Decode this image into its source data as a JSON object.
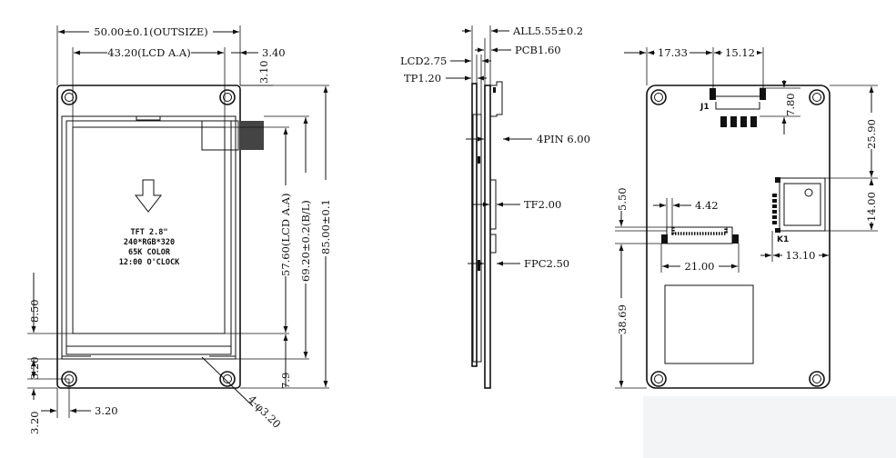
{
  "front_view": {
    "dim_outsize": "50.00±0.1(OUTSIZE)",
    "dim_lcd_aa_width": "43.20(LCD A.A)",
    "dim_right_margin": "3.40",
    "dim_top_hole": "3.10",
    "dim_lcd_aa_height": "57.60(LCD A.A)",
    "dim_bl": "69.20±0.2(B/L)",
    "dim_total_height": "85.00±0.1",
    "dim_bottom_left": "8.50",
    "dim_bottom_small": "3.20",
    "dim_bottom_hole_v": "3.20",
    "dim_bottom_hole_h": "3.20",
    "dim_bottom_right": "7.9",
    "dim_hole": "4-φ3.20",
    "center_lines": [
      "TFT 2.8\"",
      "240*RGB*320",
      "65K COLOR",
      "12:00 O'CLOCK"
    ]
  },
  "side_view": {
    "dim_all": "ALL5.55±0.2",
    "dim_pcb": "PCB1.60",
    "dim_lcd": "LCD2.75",
    "dim_tp": "TP1.20",
    "dim_4pin": "4PIN 6.00",
    "dim_tf": "TF2.00",
    "dim_fpc": "FPC2.50"
  },
  "back_view": {
    "dim_left": "17.33",
    "dim_mid": "15.12",
    "dim_conn_h": "7.80",
    "dim_right_top": "25.90",
    "dim_right_mid": "14.00",
    "dim_left_small": "5.50",
    "dim_fpc_offset": "4.42",
    "dim_fpc_width": "21.00",
    "dim_tf_width": "13.10",
    "dim_bottom_left": "38.69",
    "label_conn": "J1",
    "label_tf": "K1"
  }
}
